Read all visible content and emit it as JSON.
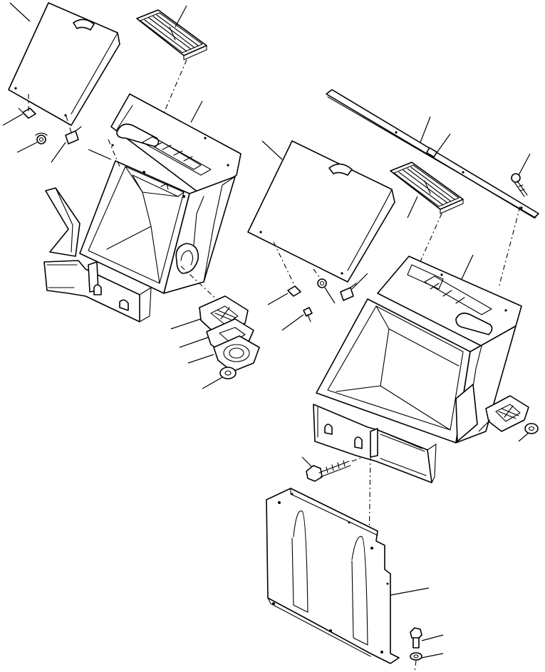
{
  "diagram": {
    "kind": "exploded-parts-view",
    "assemblies": [
      {
        "id": "left-console",
        "parts": [
          "cover-lid",
          "vent-grille",
          "console-housing",
          "latch",
          "nut",
          "clip",
          "duct-outlet",
          "mount-plate",
          "gasket",
          "seal-ring",
          "washer"
        ]
      },
      {
        "id": "right-console",
        "parts": [
          "cover-lid",
          "vent-grille",
          "trim-strip",
          "bolt",
          "console-housing",
          "latch",
          "nut",
          "clip",
          "mount-plate",
          "washer",
          "bolt"
        ]
      },
      {
        "id": "bottom-panel",
        "parts": [
          "side-panel",
          "bolt",
          "washer"
        ]
      }
    ],
    "colors": {
      "line": "#000000",
      "background": "#ffffff"
    }
  }
}
